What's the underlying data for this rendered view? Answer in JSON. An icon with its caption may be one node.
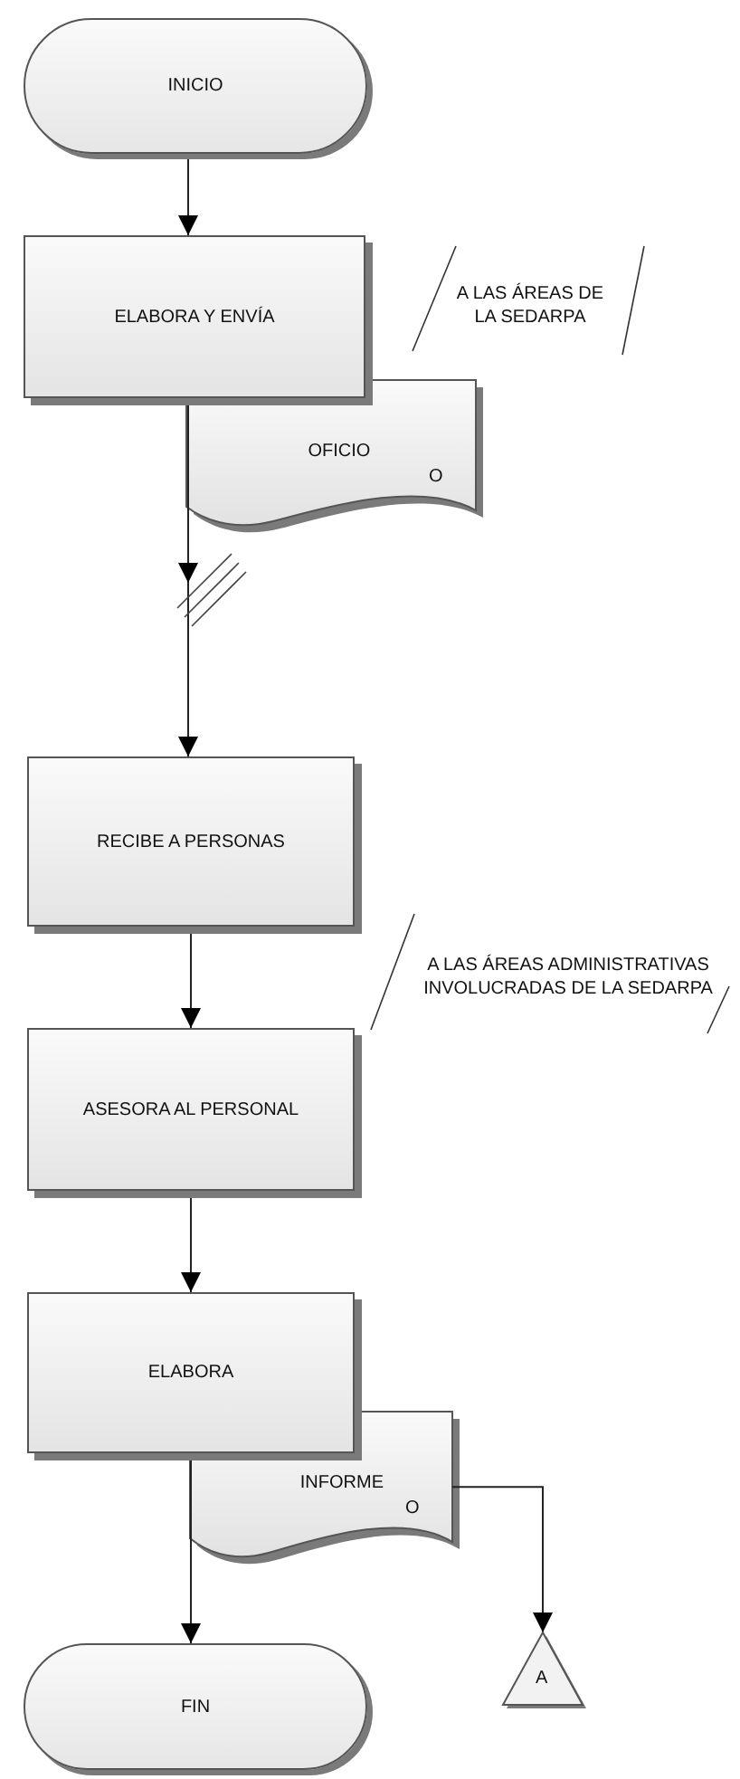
{
  "diagram": {
    "nodes": [
      {
        "text": [
          "INICIO"
        ]
      },
      {
        "text": [
          "ELABORA Y ENVÍA"
        ]
      },
      {
        "text": [
          "OFICIO",
          "O"
        ]
      },
      {
        "text": [
          "RECIBE A PERSONAS"
        ]
      },
      {
        "text": [
          "ASESORA AL PERSONAL"
        ]
      },
      {
        "text": [
          "ELABORA"
        ]
      },
      {
        "text": [
          "INFORME",
          "O"
        ]
      },
      {
        "text": [
          "A"
        ]
      },
      {
        "text": [
          "FIN"
        ]
      }
    ],
    "edges": [
      {
        "from": 0,
        "to": 1,
        "arrow": "to"
      },
      {
        "from": 1,
        "to": 3,
        "arrow": "to"
      },
      {
        "from": 3,
        "to": 4,
        "arrow": "to"
      },
      {
        "from": 4,
        "to": 5,
        "arrow": "to"
      },
      {
        "from": 5,
        "to": 8,
        "arrow": "to"
      },
      {
        "from": 6,
        "to": 7,
        "arrow": "to"
      }
    ],
    "labels": [
      "A LAS ÁREAS DE LA SEDARPA",
      "A LAS ÁREAS ADMINISTRATIVAS INVOLUCRADAS DE LA SEDARPA"
    ]
  }
}
